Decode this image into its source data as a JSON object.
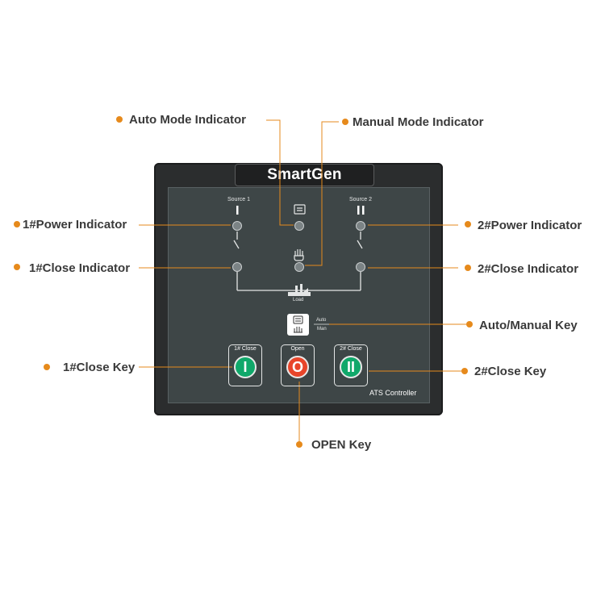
{
  "controller": {
    "brand": "SmartGen",
    "model_label": "ATS  Controller",
    "source1_label": "Source 1",
    "source2_label": "Source 2",
    "source1_symbol": "I",
    "source2_symbol": "II",
    "load_label": "Load",
    "auto_label": "Auto",
    "man_label": "Man",
    "keys": {
      "close1_title": "1# Close",
      "open_title": "Open",
      "close2_title": "2# Close",
      "close1_symbol": "I",
      "open_symbol": "O",
      "close2_symbol": "II"
    }
  },
  "callouts": {
    "auto_mode": "Auto Mode Indicator",
    "manual_mode": "Manual Mode Indicator",
    "power1": "1#Power Indicator",
    "close1": "1#Close Indicator",
    "power2": "2#Power Indicator",
    "close2": "2#Close Indicator",
    "auto_manual_key": "Auto/Manual Key",
    "close1_key": "1#Close Key",
    "close2_key": "2#Close Key",
    "open_key": "OPEN Key"
  },
  "colors": {
    "accent": "#e68a1c",
    "panel": "#3e4647",
    "frame": "#2b2d2e",
    "close_key": "#10a86a",
    "open_key": "#e8452a"
  }
}
